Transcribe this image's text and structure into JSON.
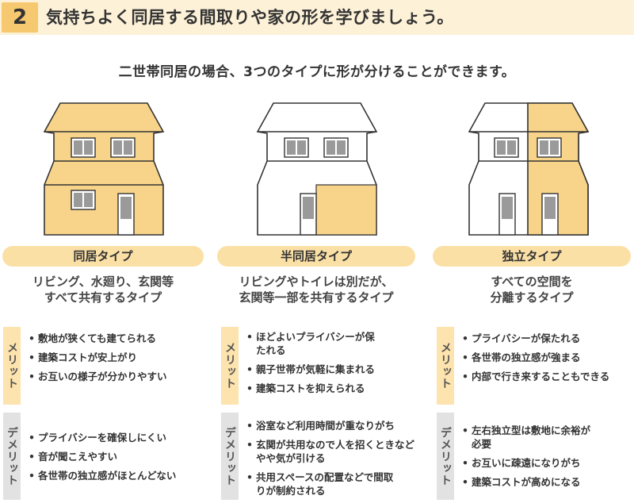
{
  "header": {
    "step_number": "2",
    "title": "気持ちよく同居する間取りや家の形を学びましょう。"
  },
  "subtitle": "二世帯同居の場合、3つのタイプに形が分けることができます。",
  "colors": {
    "accent": "#f6c870",
    "pill": "#fbe0a6",
    "house_fill": "#f8d48a",
    "merit_bg": "#fde3ad",
    "demerit_bg": "#e2e2e2"
  },
  "types": [
    {
      "name": "同居タイプ",
      "desc_line1": "リビング、水廻り、玄関等",
      "desc_line2": "すべて共有するタイプ",
      "merit_label": "メリット",
      "merits": [
        "敷地が狭くても建てられる",
        "建築コストが安上がり",
        "お互いの様子が分かりやすい"
      ],
      "demerit_label": "デメリット",
      "demerits": [
        "プライバシーを確保しにくい",
        "音が聞こえやすい",
        "各世帯の独立感がほとんどない"
      ]
    },
    {
      "name": "半同居タイプ",
      "desc_line1": "リビングやトイレは別だが、",
      "desc_line2": "玄関等一部を共有するタイプ",
      "merit_label": "メリット",
      "merits": [
        "ほどよいプライバシーが保たれる",
        "親子世帯が気軽に集まれる",
        "建築コストを抑えられる"
      ],
      "demerit_label": "デメリット",
      "demerits": [
        "浴室など利用時間が重なりがち",
        "玄関が共用なので人を招くときなどやや気が引ける",
        "共用スペースの配置などで間取りが制約される"
      ]
    },
    {
      "name": "独立タイプ",
      "desc_line1": "すべての空間を",
      "desc_line2": "分離するタイプ",
      "merit_label": "メリット",
      "merits": [
        "プライバシーが保たれる",
        "各世帯の独立感が強まる",
        "内部で行き来することもできる"
      ],
      "demerit_label": "デメリット",
      "demerits": [
        "左右独立型は敷地に余裕が必要",
        "お互いに疎遠になりがち",
        "建築コストが高めになる"
      ]
    }
  ]
}
